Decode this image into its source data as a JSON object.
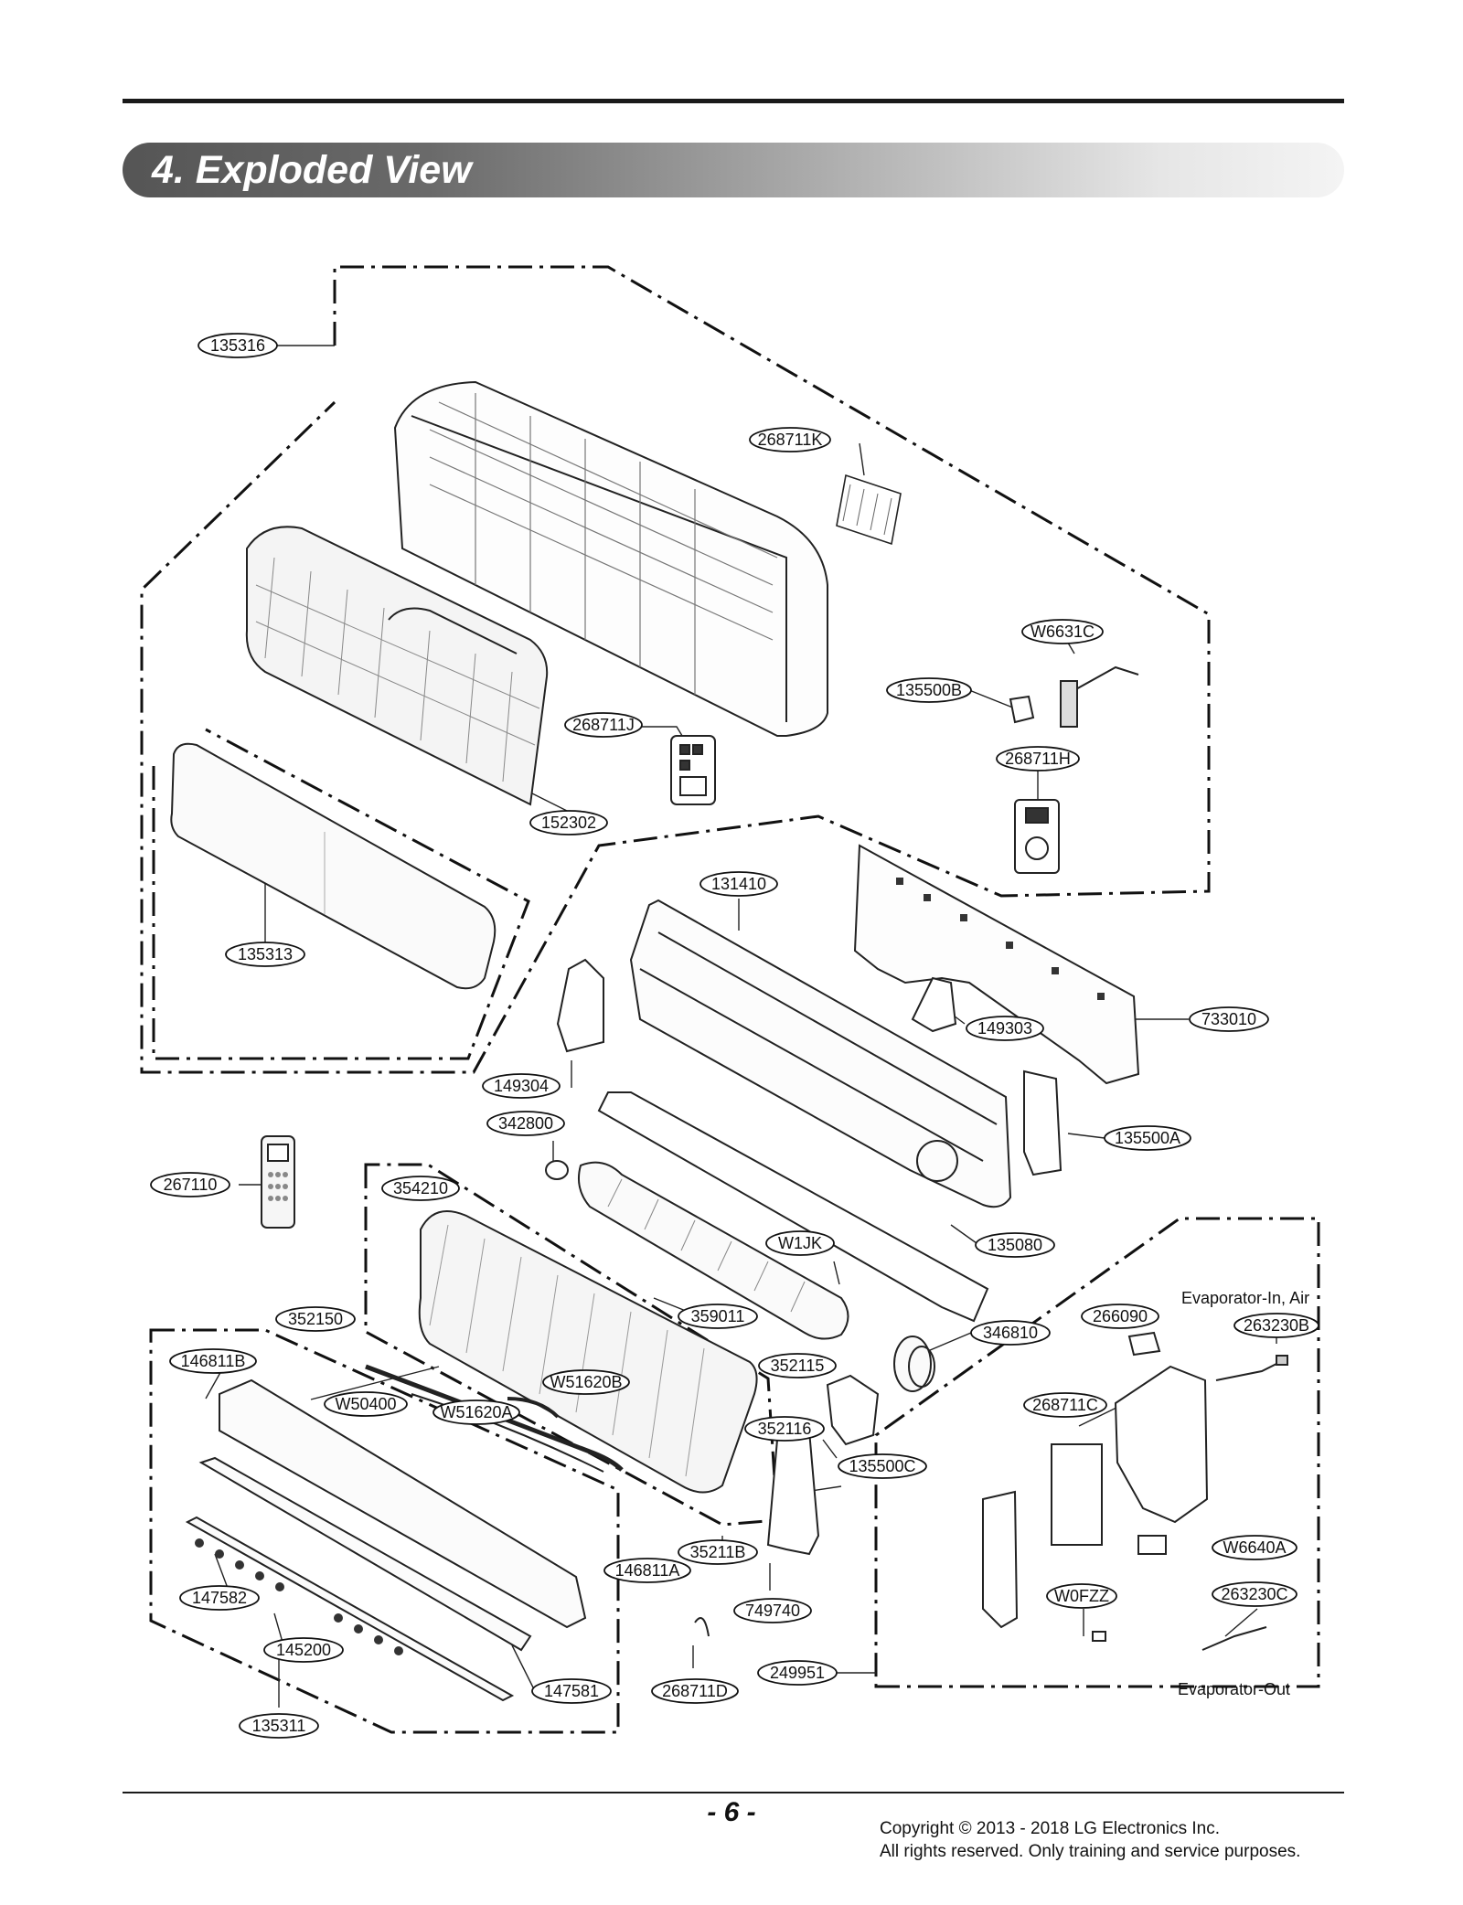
{
  "header": {
    "section_title": "4. Exploded View"
  },
  "callouts": {
    "c135316": "135316",
    "c268711K": "268711K",
    "c268711J": "268711J",
    "c152302": "152302",
    "c135313": "135313",
    "cW6631C": "W6631C",
    "c135500B": "135500B",
    "c268711H": "268711H",
    "c131410": "131410",
    "c733010": "733010",
    "c149303": "149303",
    "c149304": "149304",
    "c342800": "342800",
    "c135500A": "135500A",
    "c267110": "267110",
    "c354210": "354210",
    "c135080": "135080",
    "cW1JK": "W1JK",
    "c352150": "352150",
    "c359011": "359011",
    "c346810": "346810",
    "c266090": "266090",
    "c263230B": "263230B",
    "c146811B": "146811B",
    "cW51620B": "W51620B",
    "c352115": "352115",
    "cW50400": "W50400",
    "cW51620A": "W51620A",
    "c268711C": "268711C",
    "c352116": "352116",
    "c135500C": "135500C",
    "c35211B": "35211B",
    "c146811A": "146811A",
    "cW6640A": "W6640A",
    "c147582": "147582",
    "c749740": "749740",
    "cW0FZZ": "W0FZZ",
    "c263230C": "263230C",
    "c145200": "145200",
    "c147581": "147581",
    "c268711D": "268711D",
    "c249951": "249951",
    "c135311": "135311"
  },
  "notes": {
    "evaporator_in": "Evaporator-In, Air",
    "evaporator_out": "Evaporator-Out"
  },
  "footer": {
    "page_number": "- 6 -",
    "copyright_line1": "Copyright © 2013 - 2018 LG Electronics Inc.",
    "copyright_line2": "All rights reserved. Only training and service purposes."
  }
}
